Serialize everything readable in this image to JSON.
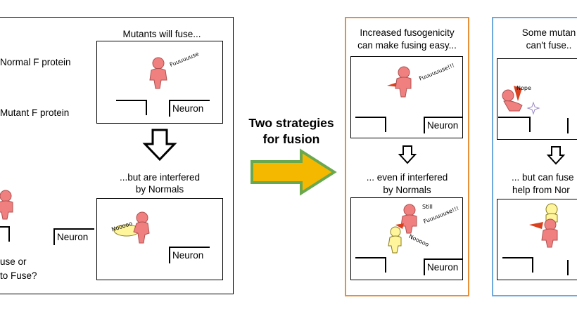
{
  "left_panel": {
    "legend_normal": "Normal F protein",
    "legend_mutant": "Mutant F protein",
    "mutants_caption": "Mutants will fuse...",
    "mutant_sound": "Fuuuuuuse",
    "interfered_caption_1": "...but are interfered",
    "interfered_caption_2": "by Normals",
    "nooo_sound": "Nooooo",
    "question_1": "use or",
    "question_2": "to Fuse?",
    "neuron_a": "Neuron",
    "neuron_b": "Neuron",
    "neuron_c": "Neuron"
  },
  "arrow_label_1": "Two strategies",
  "arrow_label_2": "for fusion",
  "mid_panel": {
    "caption_1": "Increased fusogenicity",
    "caption_2": "can make fusing easy...",
    "sound_1": "Fuuuuuuse!!!",
    "interfered_1": "... even if interfered",
    "interfered_2": "by Normals",
    "still_1": "Still",
    "still_2": "Fuuuuuuse!!!",
    "nooo_sound": "Nooooo",
    "neuron_a": "Neuron",
    "neuron_b": "Neuron"
  },
  "right_panel": {
    "caption_1": "Some mutan",
    "caption_2": "can't fuse..",
    "nope": "Nope",
    "help_1": "... but can fuse",
    "help_2": "help from Nor"
  },
  "colors": {
    "mutant_pink": "#f08080",
    "normal_yellow": "#fff59d",
    "arrow_fill": "#f5b800",
    "arrow_stroke": "#6aa84f",
    "mid_border": "#e69138",
    "right_border": "#6fa8dc"
  }
}
